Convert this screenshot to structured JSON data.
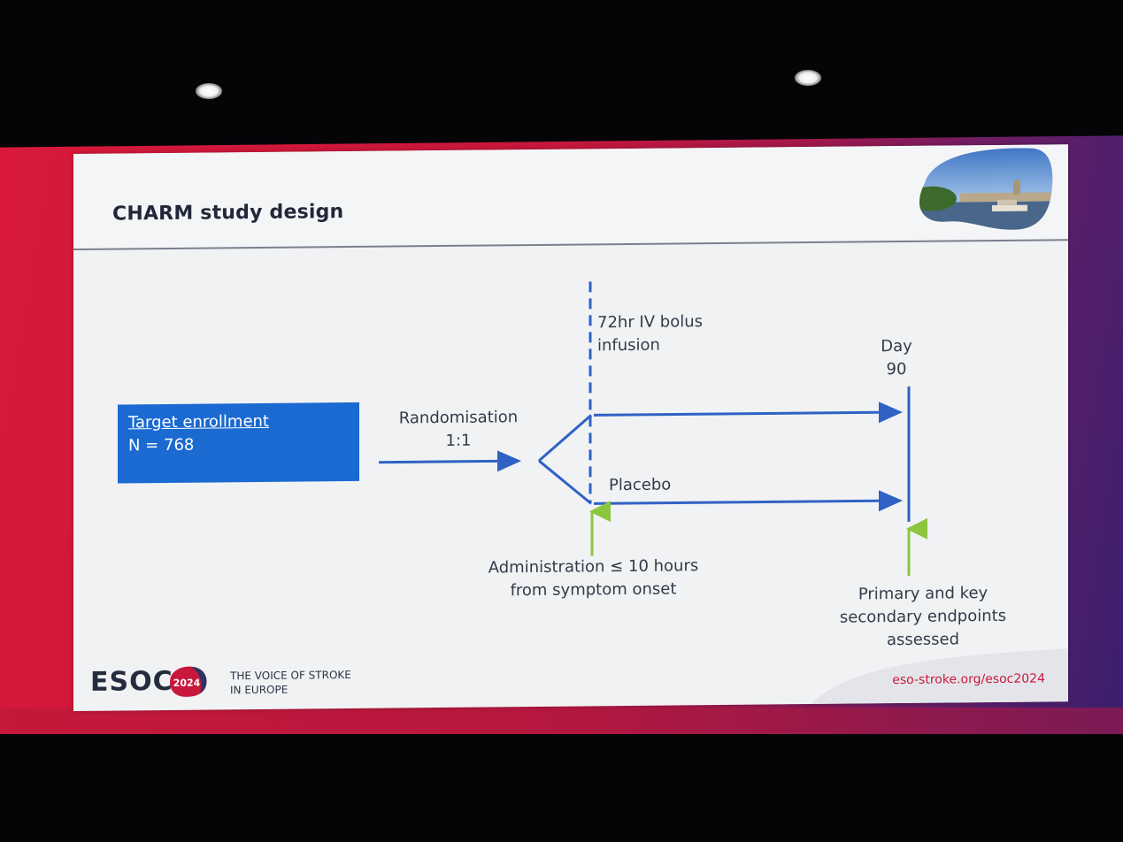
{
  "slide": {
    "title": "CHARM study design"
  },
  "enrollment": {
    "heading": "Target enrollment",
    "count": "N = 768"
  },
  "randomisation": {
    "line1": "Randomisation",
    "line2": "1:1"
  },
  "infusion": {
    "line1": "72hr IV bolus",
    "line2": "infusion"
  },
  "placebo_label": "Placebo",
  "endpoint_day": {
    "line1": "Day",
    "line2": "90"
  },
  "administration": {
    "line1": "Administration ≤ 10 hours",
    "line2": "from symptom onset"
  },
  "endpoints": {
    "line1": "Primary and key",
    "line2": "secondary endpoints",
    "line3": "assessed"
  },
  "footer": {
    "brand": "ESOC",
    "badge_year": "2024",
    "tagline_line1": "THE VOICE OF STROKE",
    "tagline_line2": "IN EUROPE",
    "url": "eso-stroke.org/esoc2024"
  },
  "colors": {
    "arrow_blue": "#2f62c4",
    "box_blue": "#1a6ad1",
    "marker_green": "#8cc63f",
    "brand_red": "#c8173c",
    "brand_navy": "#252c3f"
  }
}
